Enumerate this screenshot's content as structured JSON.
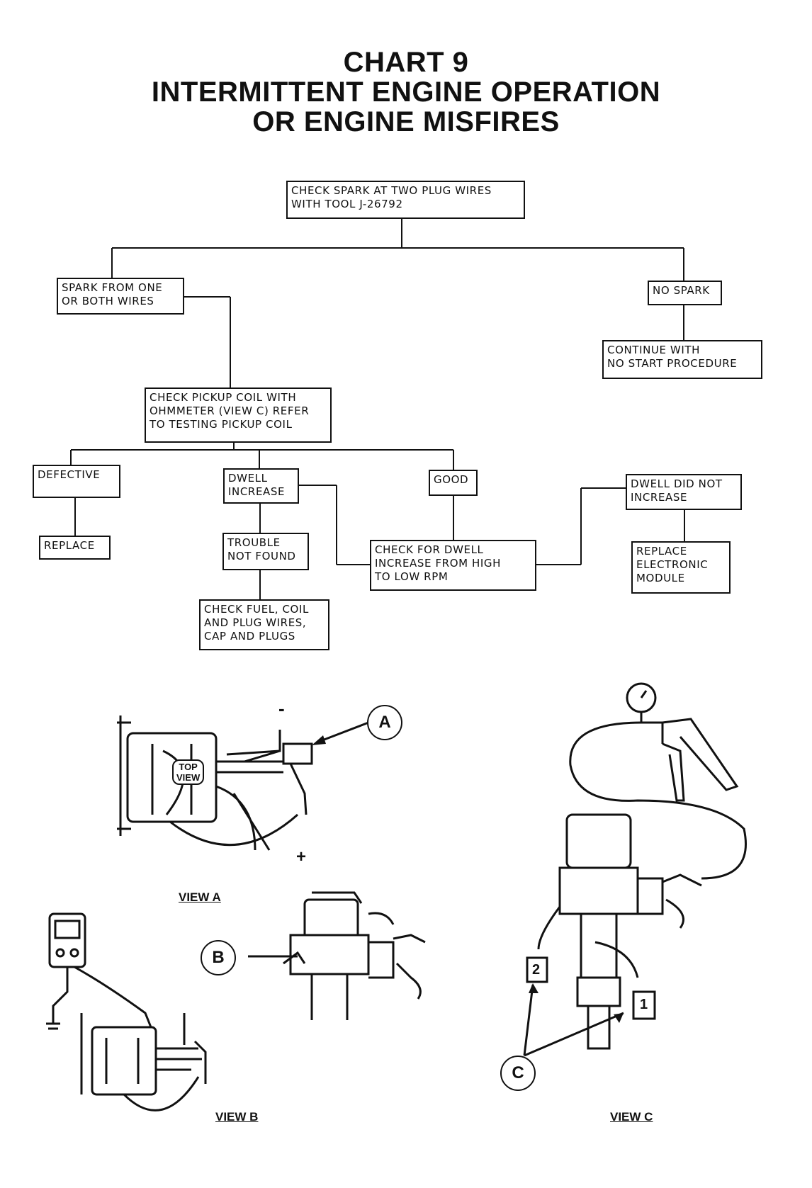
{
  "title": {
    "line1": "CHART 9",
    "line2": "INTERMITTENT ENGINE OPERATION",
    "line3": "OR ENGINE MISFIRES"
  },
  "flow": {
    "check_spark": "CHECK SPARK AT TWO PLUG WIRES\nWITH TOOL J-26792",
    "spark_from": "SPARK FROM ONE\nOR BOTH WIRES",
    "no_spark": "NO SPARK",
    "continue_no_start": "CONTINUE WITH\nNO START PROCEDURE",
    "check_pickup": "CHECK PICKUP COIL WITH\nOHMMETER (VIEW C) REFER\nTO TESTING PICKUP COIL",
    "defective": "DEFECTIVE",
    "replace": "REPLACE",
    "dwell_increase": "DWELL\nINCREASE",
    "trouble_not_found": "TROUBLE\nNOT FOUND",
    "check_fuel": "CHECK FUEL, COIL\nAND PLUG WIRES,\nCAP AND PLUGS",
    "good": "GOOD",
    "check_dwell": "CHECK FOR DWELL\nINCREASE FROM HIGH\nTO LOW RPM",
    "dwell_not": "DWELL DID NOT\nINCREASE",
    "replace_module": "REPLACE\nELECTRONIC\nMODULE"
  },
  "illustrations": {
    "callout_a": "A",
    "callout_b": "B",
    "callout_c": "C",
    "top_view": "TOP\nVIEW",
    "minus": "-",
    "plus": "+",
    "meter_1": "1",
    "meter_2": "2",
    "view_a": "VIEW A",
    "view_b": "VIEW B",
    "view_c": "VIEW C"
  }
}
